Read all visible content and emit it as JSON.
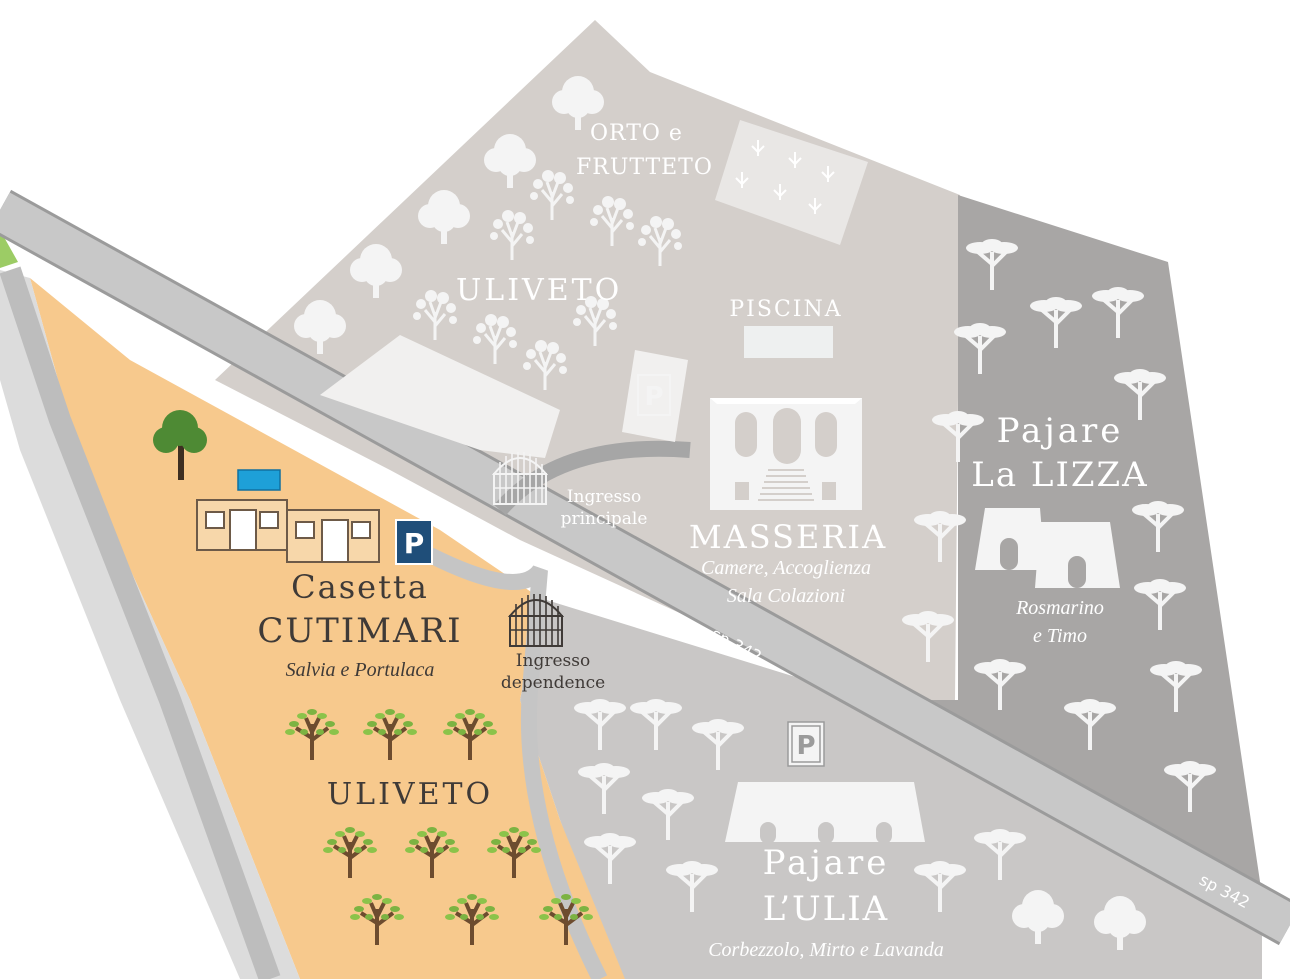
{
  "colors": {
    "masseria_area": "#d4cfcb",
    "lizza_area": "#a8a6a5",
    "ulia_area": "#c9c7c6",
    "cutimari_area": "#f7c98d",
    "road": "#c5c5c5",
    "road_edge": "#9b9b9b",
    "white_feature": "#f4f4f4",
    "dark_text": "#3f3a37",
    "pool_blue": "#1ea0d8",
    "parking_blue": "#1f4e79",
    "olive_green": "#7cb342",
    "trunk_brown": "#6d4c2f"
  },
  "roads": {
    "label_1": "sp 342",
    "label_2": "sp 342",
    "label_3": "sp 342"
  },
  "masseria_zone": {
    "orto": "ORTO e",
    "frutteto": "FRUTTETO",
    "uliveto": "ULIVETO",
    "piscina": "PISCINA",
    "parking_icon": "P",
    "masseria_title": "MASSERIA",
    "masseria_sub1": "Camere, Accoglienza",
    "masseria_sub2": "Sala Colazioni",
    "ingresso_principale_1": "Ingresso",
    "ingresso_principale_2": "principale"
  },
  "lizza_zone": {
    "title_1": "Pajare",
    "title_2": "La LIZZA",
    "sub_1": "Rosmarino",
    "sub_2": "e Timo"
  },
  "ulia_zone": {
    "parking_icon": "P",
    "title_1": "Pajare",
    "title_2": "L’ULIA",
    "sub": "Corbezzolo, Mirto e Lavanda"
  },
  "cutimari_zone": {
    "parking_icon": "P",
    "title_1": "Casetta",
    "title_2": "CUTIMARI",
    "sub": "Salvia e Portulaca",
    "uliveto": "ULIVETO",
    "ingresso_dependence_1": "Ingresso",
    "ingresso_dependence_2": "dependence"
  }
}
